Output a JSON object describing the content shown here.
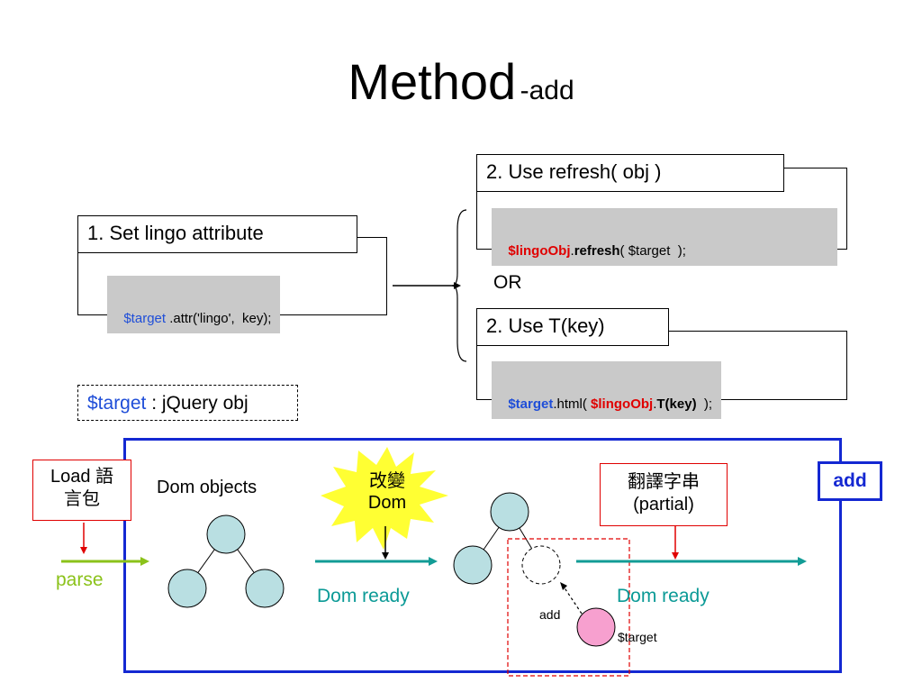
{
  "title": {
    "main": "Method",
    "sub": "-add"
  },
  "step1": {
    "header": "1. Set lingo attribute",
    "code_target": "$target",
    "code_rest": " .attr('lingo',  key);"
  },
  "or_label": "OR",
  "step2a": {
    "header": "2. Use refresh( obj )",
    "code_obj": "$lingoObj",
    "code_dot": ".",
    "code_method": "refresh",
    "code_rest": "( $target  );"
  },
  "step2b": {
    "header": "2. Use T(key)",
    "code_target": "$target",
    "code_mid": ".html( ",
    "code_obj": "$lingoObj",
    "code_dot": ".",
    "code_method": "T(key)",
    "code_end": "  );"
  },
  "legend": {
    "var": "$target",
    "desc": " : jQuery obj"
  },
  "flow": {
    "load_line1": "Load 語",
    "load_line2": "言包",
    "parse": "parse",
    "dom_objects": "Dom objects",
    "change_line1": "改變",
    "change_line2": "Dom",
    "dom_ready_1": "Dom ready",
    "translate_line1": "翻譯字串",
    "translate_line2": "(partial)",
    "dom_ready_2": "Dom ready",
    "add_badge": "add",
    "add_small": "add",
    "target_small": "$target"
  },
  "colors": {
    "node_fill": "#b9dfe2",
    "target_node": "#f7a0cf",
    "teal_arrow": "#129c96",
    "green_arrow": "#8bc21a",
    "frame_blue": "#1428d2",
    "red": "#e00000",
    "burst_yellow": "#ffff33"
  }
}
